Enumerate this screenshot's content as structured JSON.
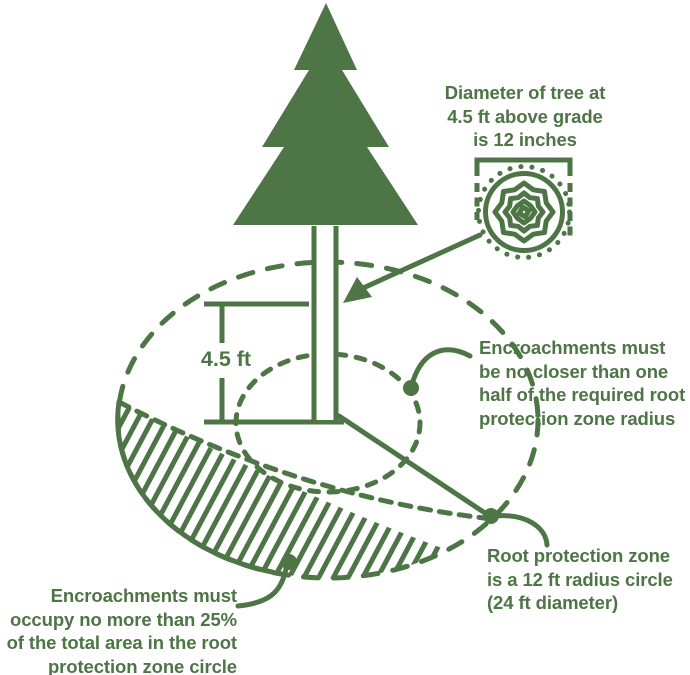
{
  "colors": {
    "green": "#4D7546",
    "background": "#FFFFFF"
  },
  "figure": {
    "trunk_height_label": "4.5 ft",
    "annotations": {
      "diameter": {
        "lines": [
          "Diameter of tree at",
          "4.5 ft above grade",
          "is 12 inches"
        ]
      },
      "encroachment_distance": {
        "lines": [
          "Encroachments must",
          "be no closer than one",
          "half of the required root",
          "protection zone radius"
        ]
      },
      "root_zone": {
        "lines": [
          "Root protection zone",
          "is a 12 ft radius circle",
          "(24 ft diameter)"
        ]
      },
      "encroachment_area": {
        "lines": [
          "Encroachments must",
          "occupy no more than 25%",
          "of the total area in the root",
          "protection zone circle"
        ]
      }
    },
    "icons": [
      "conifer-tree-icon",
      "tree-rings-icon",
      "root-zone-dashed-ellipse",
      "half-radius-dashed-circle",
      "hatched-encroachment-area"
    ]
  }
}
